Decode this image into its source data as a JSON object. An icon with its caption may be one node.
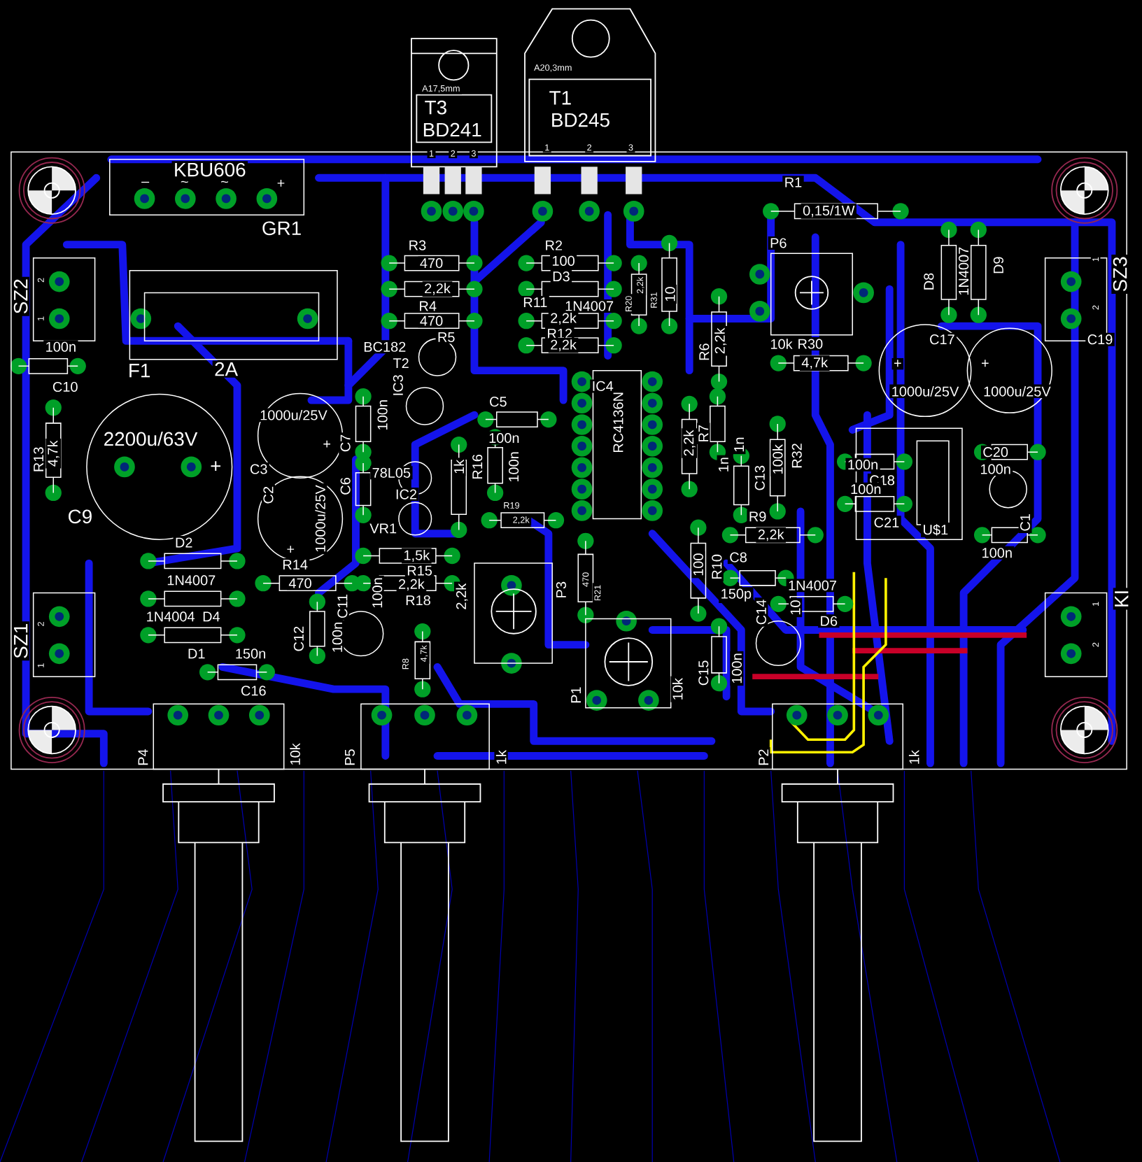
{
  "diagram": {
    "labels": [
      "A17,5mm",
      "T3",
      "BD241",
      "1",
      "2",
      "3",
      "A20,3mm",
      "T1",
      "BD245",
      "1",
      "2",
      "3",
      "KBU606",
      "–",
      "~",
      "~",
      "+",
      "GR1",
      "R1",
      "0,15/1W",
      "R3",
      "R2",
      "P6",
      "470",
      "100",
      "2,2k",
      "D3",
      "R4",
      "1N4007",
      "470",
      "R11",
      "2,2k",
      "R12",
      "2,2k",
      "R5",
      "BC182",
      "T2",
      "R20",
      "2,2k",
      "R31",
      "10",
      "SZ2",
      "2",
      "1",
      "100n",
      "C10",
      "F1",
      "2A",
      "10k",
      "R30",
      "4,7k",
      "D8",
      "1N4007",
      "D9",
      "SZ3",
      "1",
      "2",
      "C19",
      "R6",
      "2,2k",
      "C17",
      "+",
      "1000u/25V",
      "+",
      "1000u/25V",
      "IC3",
      "IC4",
      "C5",
      "1000u/25V",
      "RC4136N",
      "R13",
      "4,7k",
      "2200u/63V",
      "+",
      "C7",
      "100n",
      "100n",
      "2,2k",
      "R7",
      "1n",
      "+",
      "C3",
      "78L05",
      "R16",
      "1k",
      "100n",
      "1n",
      "C13",
      "100k",
      "R32",
      "100n",
      "C18",
      "100n",
      "C20",
      "100n",
      "C2",
      "1000u/25V",
      "C6",
      "IC2",
      "R19",
      "2,2k",
      "C9",
      "C21",
      "U$1",
      "C1",
      "R9",
      "2,2k",
      "VR1",
      "100n",
      "D2",
      "+",
      "1,5k",
      "100",
      "R10",
      "C8",
      "R14",
      "1N4007",
      "470",
      "R15",
      "2,2k",
      "R18",
      "1N4007",
      "P3",
      "470",
      "R21",
      "2,2k",
      "150p",
      "C11",
      "100n",
      "C14",
      "10",
      "1N4004",
      "D4",
      "D6",
      "SZ1",
      "2",
      "1",
      "KI",
      "1",
      "2",
      "C12",
      "100n",
      "D1",
      "150n",
      "R8",
      "4,7k",
      "C15",
      "100n",
      "C16",
      "P1",
      "10k",
      "P4",
      "10k",
      "P5",
      "1k",
      "P2",
      "1k"
    ]
  }
}
